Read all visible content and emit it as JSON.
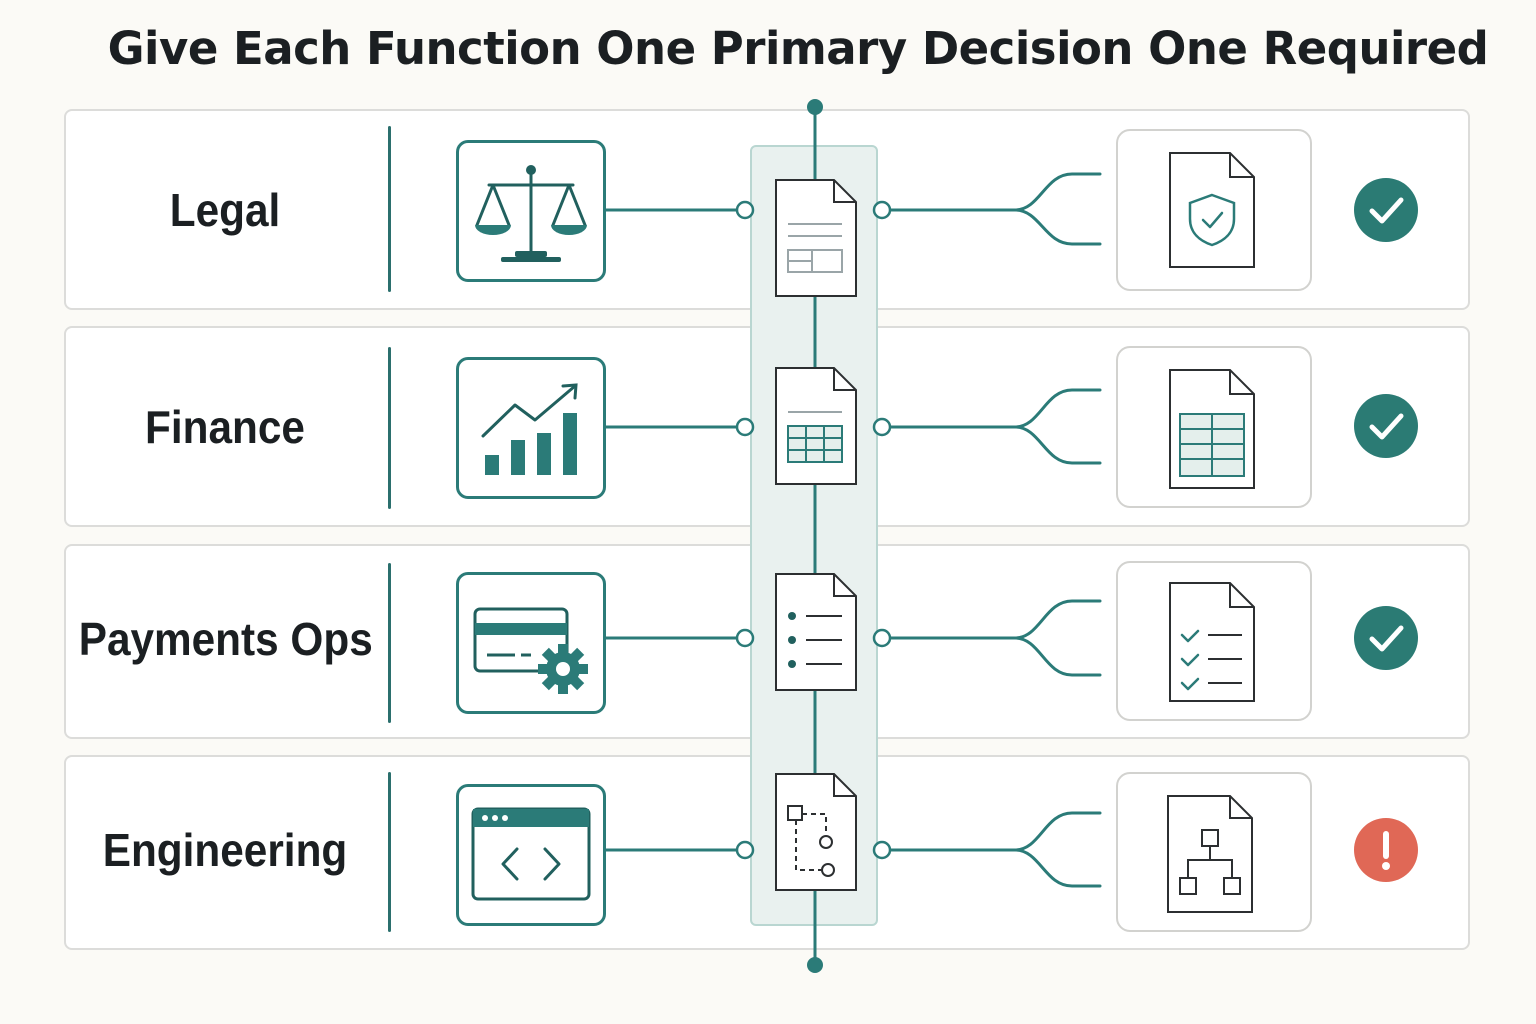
{
  "title": "Give Each Function One Primary Decision One Required",
  "colors": {
    "teal": "#2b7b78",
    "teal_dark": "#21605e",
    "spine_fill": "#e9f1ef",
    "ok": "#2b7b74",
    "warning": "#e06856",
    "background": "#fbfaf6"
  },
  "rows": [
    {
      "label": "Legal",
      "function_icon": "scales-icon",
      "decision_doc_icon": "form-document-icon",
      "output_icon": "shield-check-document-icon",
      "status": "complete",
      "status_icon": "check-icon"
    },
    {
      "label": "Finance",
      "function_icon": "bar-chart-trend-icon",
      "decision_doc_icon": "spreadsheet-document-icon",
      "output_icon": "table-document-icon",
      "status": "complete",
      "status_icon": "check-icon"
    },
    {
      "label": "Payments Ops",
      "function_icon": "card-gear-icon",
      "decision_doc_icon": "list-document-icon",
      "output_icon": "checklist-document-icon",
      "status": "complete",
      "status_icon": "check-icon"
    },
    {
      "label": "Engineering",
      "function_icon": "code-window-icon",
      "decision_doc_icon": "flow-document-icon",
      "output_icon": "hierarchy-document-icon",
      "status": "warning",
      "status_icon": "exclamation-icon"
    }
  ]
}
